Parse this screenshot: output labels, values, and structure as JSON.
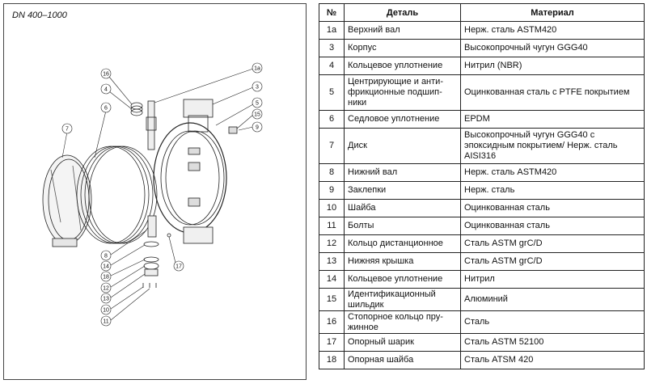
{
  "drawing": {
    "title": "DN 400–1000",
    "callouts": [
      "16",
      "4",
      "6",
      "7",
      "1a",
      "3",
      "5",
      "15",
      "9",
      "8",
      "14",
      "18",
      "12",
      "13",
      "10",
      "11",
      "17"
    ]
  },
  "table": {
    "headers": {
      "num": "№",
      "part": "Деталь",
      "material": "Материал"
    },
    "rows": [
      {
        "num": "1а",
        "part": "Верхний вал",
        "material": "Нерж. сталь ASTM420"
      },
      {
        "num": "3",
        "part": "Корпус",
        "material": "Высокопрочный чугун GGG40"
      },
      {
        "num": "4",
        "part": "Кольцевое уплотнение",
        "material": "Нитрил (NBR)"
      },
      {
        "num": "5",
        "part": "Центрирующие и анти-\nфрикционные подшип-\nники",
        "material": "Оцинкованная сталь с PTFE покрытием"
      },
      {
        "num": "6",
        "part": "Седловое уплотнение",
        "material": "EPDM"
      },
      {
        "num": "7",
        "part": "Диск",
        "material": "Высокопрочный чугун GGG40 с\nэпоксидным покрытием/ Нерж. сталь\nAISI316"
      },
      {
        "num": "8",
        "part": "Нижний вал",
        "material": "Нерж. сталь ASTM420"
      },
      {
        "num": "9",
        "part": "Заклепки",
        "material": "Нерж. сталь"
      },
      {
        "num": "10",
        "part": "Шайба",
        "material": "Оцинкованная сталь"
      },
      {
        "num": "11",
        "part": "Болты",
        "material": "Оцинкованная сталь"
      },
      {
        "num": "12",
        "part": "Кольцо дистанционное",
        "material": "Сталь ASTM  grC/D"
      },
      {
        "num": "13",
        "part": "Нижняя крышка",
        "material": "Сталь ASTM  grC/D"
      },
      {
        "num": "14",
        "part": "Кольцевое уплотнение",
        "material": "Нитрил"
      },
      {
        "num": "15",
        "part": "Идентификационный\nшильдик",
        "material": "Алюминий"
      },
      {
        "num": "16",
        "part": "Стопорное кольцо пру-\nжинное",
        "material": "Сталь"
      },
      {
        "num": "17",
        "part": "Опорный шарик",
        "material": "Сталь ASTM 52100"
      },
      {
        "num": "18",
        "part": "Опорная шайба",
        "material": "Сталь ATSM 420"
      }
    ]
  }
}
